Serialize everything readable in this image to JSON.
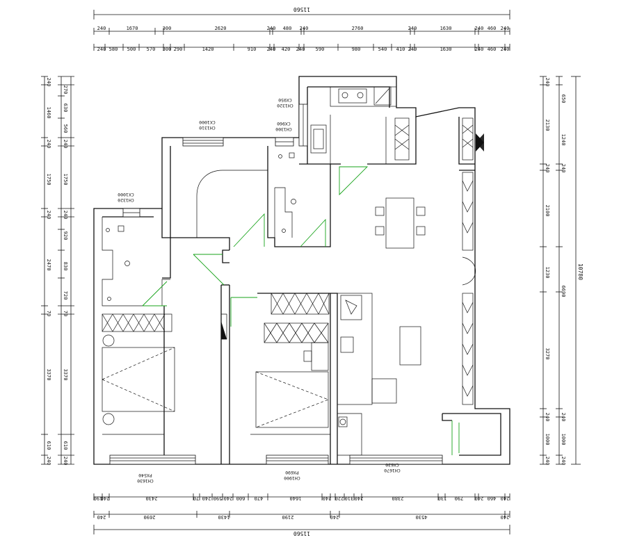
{
  "top_dims": {
    "total": "11560",
    "row1": [
      "240",
      "1670",
      "300",
      "2620",
      "240",
      "480",
      "240",
      "2760",
      "240",
      "1630",
      "240",
      "460",
      "240"
    ],
    "row2": [
      "240",
      "580",
      "500",
      "570",
      "300",
      "290",
      "1420",
      "910",
      "240",
      "420",
      "240",
      "590",
      "980",
      "540",
      "410",
      "240",
      "1630",
      "240",
      "460",
      "240"
    ]
  },
  "bottom_dims": {
    "total": "11560",
    "row1": [
      "240",
      "2690",
      "1430",
      "2190",
      "240",
      "4530",
      "240"
    ],
    "row2": [
      "190",
      "240",
      "2430",
      "70",
      "240",
      "590",
      "240",
      "600",
      "470",
      "1640",
      "240",
      "220",
      "310",
      "240",
      "2380",
      "130",
      "790",
      "240",
      "460",
      "240"
    ]
  },
  "left_dims": {
    "outer": [
      "240",
      "1460",
      "240",
      "1750",
      "240",
      "2470",
      "70",
      "3370",
      "610",
      "240"
    ],
    "inner": [
      "270",
      "630",
      "560",
      "240",
      "1750",
      "240",
      "920",
      "830",
      "720",
      "70",
      "3370",
      "610",
      "240"
    ]
  },
  "right_dims": {
    "total": "10780",
    "outer": [
      "240",
      "2130",
      "240",
      "2100",
      "1230",
      "3270",
      "240",
      "1000",
      "240"
    ],
    "inner": [
      "650",
      "1240",
      "240",
      "6690",
      "240",
      "1000",
      "240"
    ]
  },
  "window_labels": {
    "kitchen_top": [
      "CH1320",
      "CX950"
    ],
    "bath_top": [
      "CH1300",
      "CX960"
    ],
    "room_top": [
      "CH1310",
      "CX1000"
    ],
    "left_bath": [
      "CH1320",
      "CX1000"
    ],
    "bottom_left": [
      "CH1630",
      "PX540"
    ],
    "bottom_mid": [
      "CH1900",
      "PX690"
    ],
    "bottom_right": [
      "CH1670",
      "CX630"
    ]
  }
}
